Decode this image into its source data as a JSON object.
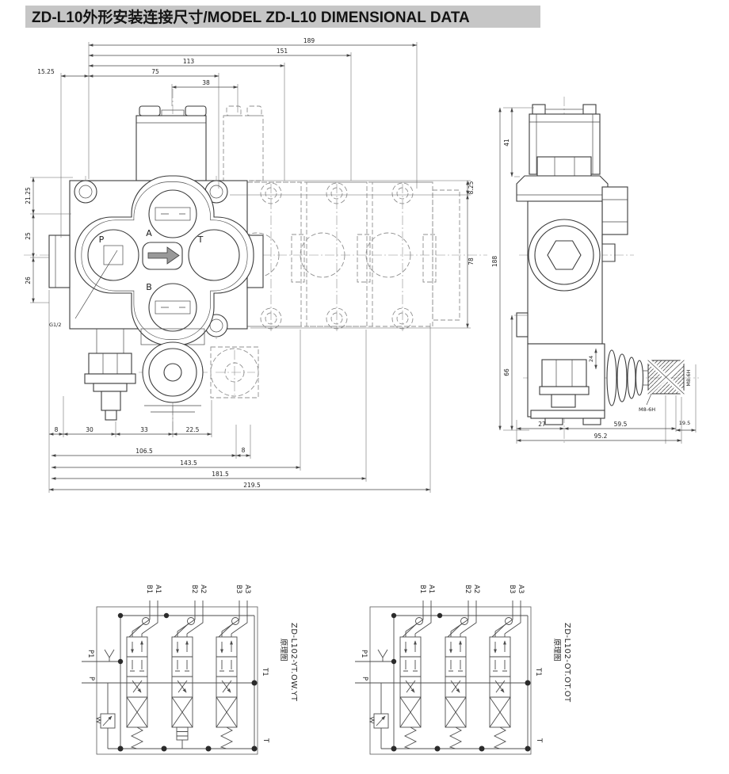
{
  "title": "ZD-L10外形安装连接尺寸/MODEL ZD-L10 DIMENSIONAL DATA",
  "colors": {
    "line": "#3b3b3b",
    "title_bg": "#c6c6c6",
    "paper": "#ffffff"
  },
  "front": {
    "dims": {
      "w189": "189",
      "w151": "151",
      "w113": "113",
      "w75": "75",
      "w38": "38",
      "w15_25": "15.25",
      "h21_25": "21.25",
      "h25": "25",
      "h26": "26",
      "r8_25": "8.25",
      "r78": "78",
      "b8": "8",
      "b30": "30",
      "b33": "33",
      "b22_5": "22.5",
      "b106_5": "106.5",
      "b8b": "8",
      "b143_5": "143.5",
      "b181_5": "181.5",
      "b219_5": "219.5"
    },
    "ports": {
      "p": "P",
      "a": "A",
      "t": "T",
      "b": "B"
    },
    "thread": "G1/2"
  },
  "side": {
    "dims": {
      "v41": "41",
      "v188": "188",
      "v66": "66",
      "v24": "24",
      "b27": "27",
      "b59_5": "59.5",
      "b95_2": "95.2",
      "b19_5": "19.5"
    },
    "thread": "M8-6H",
    "thread_axis": "M8-6H"
  },
  "schemL": {
    "label": "原理图",
    "model": "ZD-L102-YT.OW.YT",
    "ports": {
      "a1": "A1",
      "b1": "B1",
      "a2": "A2",
      "b2": "B2",
      "a3": "A3",
      "b3": "B3",
      "p1": "P1",
      "p": "P",
      "t1": "T1",
      "t": "T"
    }
  },
  "schemR": {
    "label": "原理图",
    "model": "ZD-L102-OT.OT.OT",
    "ports": {
      "a1": "A1",
      "b1": "B1",
      "a2": "A2",
      "b2": "B2",
      "a3": "A3",
      "b3": "B3",
      "p1": "P1",
      "p": "P",
      "t1": "T1",
      "t": "T"
    }
  }
}
